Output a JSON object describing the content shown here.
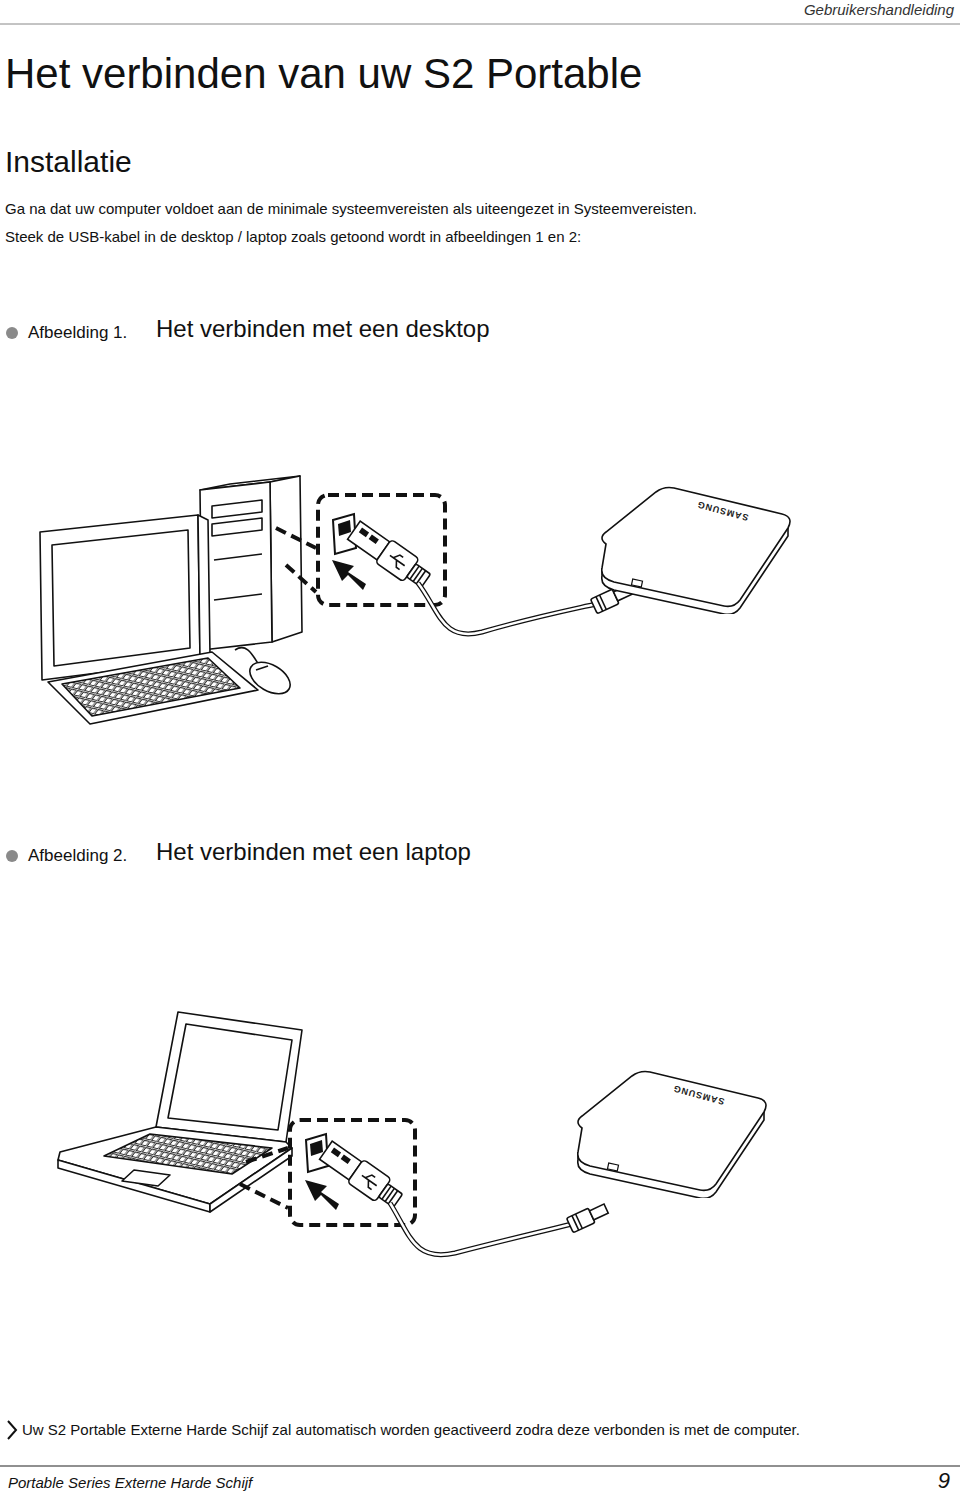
{
  "diagram": {
    "title": "Het verbinden van uw S2 Portable",
    "nodes": [
      {
        "text": [
          "SAMSUNG"
        ]
      },
      {
        "text": [
          "SAMSUNG"
        ]
      }
    ],
    "labels": [
      "Gebruikershandleiding",
      "Installatie",
      "Ga na dat uw computer voldoet aan de minimale systeemvereisten als uiteengezet in Systeemvereisten.",
      "Steek de USB-kabel in de desktop / laptop zoals getoond wordt in afbeeldingen 1 en 2:",
      "Afbeelding 1.",
      "Het verbinden met een desktop",
      "Afbeelding 2.",
      "Het verbinden met een laptop",
      "Uw S2 Portable Externe Harde Schijf zal automatisch worden geactiveerd zodra deze verbonden is met de computer.",
      "Portable Series Externe Harde Schijf",
      "9"
    ]
  }
}
